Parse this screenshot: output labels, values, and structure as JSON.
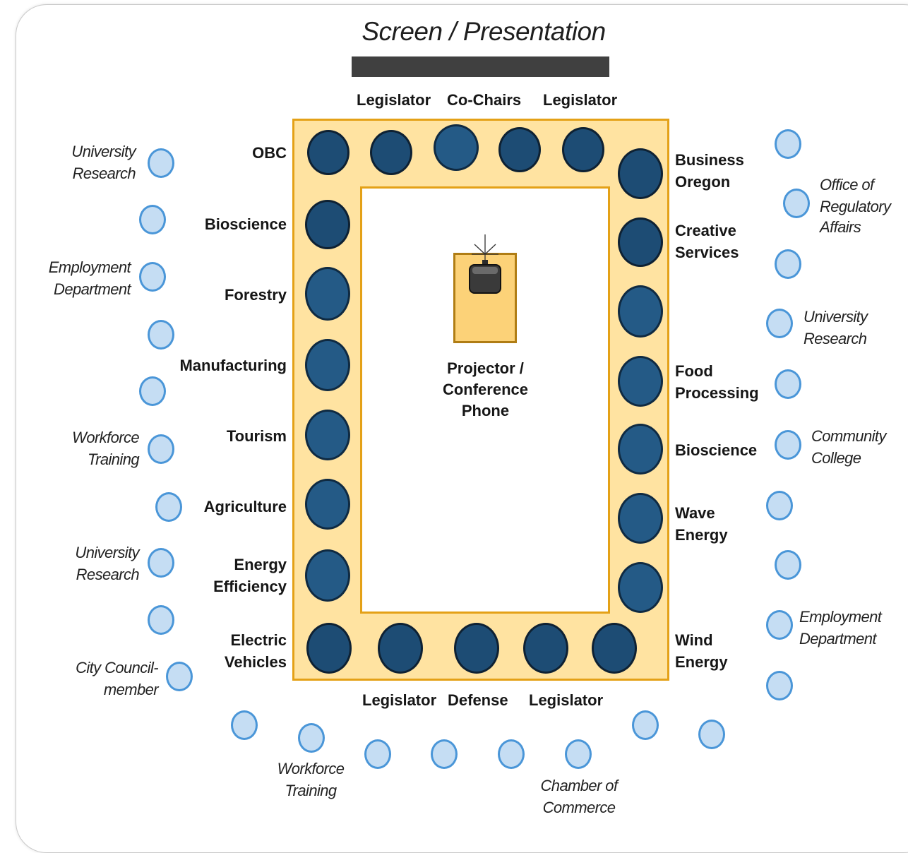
{
  "screen_title": "Screen / Presentation",
  "top_labels": {
    "left": "Legislator",
    "center": "Co-Chairs",
    "right": "Legislator"
  },
  "bottom_labels": {
    "left": "Legislator",
    "center": "Defense",
    "right": "Legislator"
  },
  "projector_label": {
    "line1": "Projector /",
    "line2": "Conference",
    "line3": "Phone"
  },
  "left_table_labels": {
    "obc": "OBC",
    "bioscience": "Bioscience",
    "forestry": "Forestry",
    "manufacturing": "Manufacturing",
    "tourism": "Tourism",
    "agriculture": "Agriculture",
    "energy1": "Energy",
    "energy2": "Efficiency",
    "electric1": "Electric",
    "electric2": "Vehicles"
  },
  "right_table_labels": {
    "business1": "Business",
    "business2": "Oregon",
    "creative1": "Creative",
    "creative2": "Services",
    "food1": "Food",
    "food2": "Processing",
    "bioscience": "Bioscience",
    "wave1": "Wave",
    "wave2": "Energy",
    "wind1": "Wind",
    "wind2": "Energy"
  },
  "left_outer_labels": {
    "univ1a": "University",
    "univ1b": "Research",
    "employ1a": "Employment",
    "employ1b": "Department",
    "work1a": "Workforce",
    "work1b": "Training",
    "univ2a": "University",
    "univ2b": "Research",
    "city1": "City Council-",
    "city2": "member"
  },
  "right_outer_labels": {
    "office1": "Office of",
    "office2": "Regulatory",
    "office3": "Affairs",
    "univ1": "University",
    "univ2": "Research",
    "comm1": "Community",
    "comm2": "College",
    "employ1": "Employment",
    "employ2": "Department"
  },
  "bottom_outer_labels": {
    "work1": "Workforce",
    "work2": "Training",
    "chamber1": "Chamber of",
    "chamber2": "Commerce"
  }
}
